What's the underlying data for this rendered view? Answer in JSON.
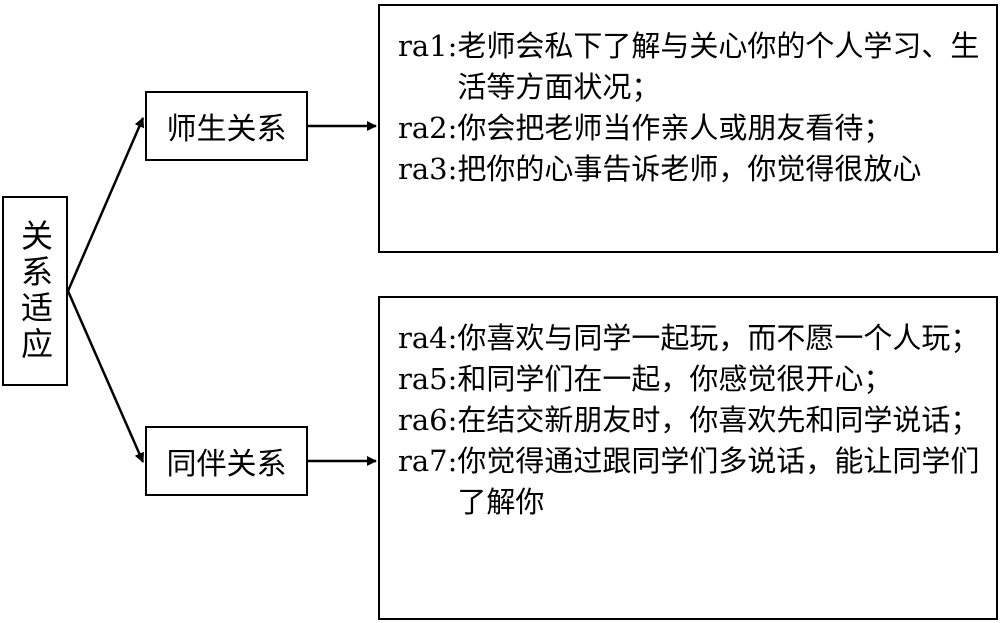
{
  "root": {
    "label": "关系适应"
  },
  "nodes": [
    {
      "label": "师生关系"
    },
    {
      "label": "同伴关系"
    }
  ],
  "details": [
    {
      "items": [
        {
          "code": "ra1:",
          "text": "老师会私下了解与关心你的个人学习、生活等方面状况；"
        },
        {
          "code": "ra2:",
          "text": "你会把老师当作亲人或朋友看待；"
        },
        {
          "code": "ra3:",
          "text": "把你的心事告诉老师，你觉得很放心"
        }
      ]
    },
    {
      "items": [
        {
          "code": "ra4:",
          "text": "你喜欢与同学一起玩，而不愿一个人玩；"
        },
        {
          "code": "ra5:",
          "text": "和同学们在一起，你感觉很开心；"
        },
        {
          "code": "ra6:",
          "text": "在结交新朋友时，你喜欢先和同学说话；"
        },
        {
          "code": "ra7:",
          "text": "你觉得通过跟同学们多说话，能让同学们了解你"
        }
      ]
    }
  ],
  "colors": {
    "line": "#000000",
    "background": "#ffffff"
  }
}
